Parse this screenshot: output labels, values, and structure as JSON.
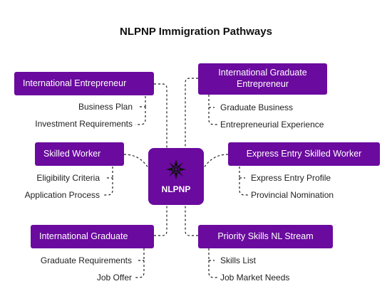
{
  "diagram": {
    "title": "NLPNP Immigration Pathways",
    "center_label": "NLPNP",
    "accent_color": "#6a0a9e",
    "center_icon": "compass-star-icon",
    "branches": {
      "intl_entrepreneur": {
        "label": "International Entrepreneur",
        "items": [
          "Business Plan",
          "Investment Requirements"
        ]
      },
      "skilled_worker": {
        "label": "Skilled Worker",
        "items": [
          "Eligibility Criteria",
          "Application Process"
        ]
      },
      "intl_graduate": {
        "label": "International Graduate",
        "items": [
          "Graduate Requirements",
          "Job Offer"
        ]
      },
      "intl_grad_entrepreneur": {
        "label": "International Graduate Entrepreneur",
        "items": [
          "Graduate Business",
          "Entrepreneurial Experience"
        ]
      },
      "express_entry": {
        "label": "Express Entry Skilled Worker",
        "items": [
          "Express Entry Profile",
          "Provincial Nomination"
        ]
      },
      "priority_skills": {
        "label": "Priority Skills NL Stream",
        "items": [
          "Skills List",
          "Job Market Needs"
        ]
      }
    }
  }
}
